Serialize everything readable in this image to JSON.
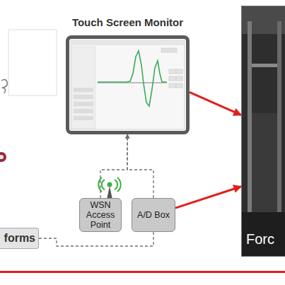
{
  "diagram": {
    "nodes": [
      {
        "text": [
          "Touch Screen Monitor"
        ]
      },
      {
        "text": [
          "WSN Access Point"
        ]
      },
      {
        "text": [
          "A/D Box"
        ]
      },
      {
        "text": [
          "forms"
        ]
      },
      {
        "text": [
          "Forc"
        ]
      }
    ],
    "edges": [
      {
        "from": 1,
        "to": 0,
        "arrow": "to"
      },
      {
        "from": 2,
        "to": 0,
        "arrow": "to"
      },
      {
        "from": 3,
        "to": 2,
        "arrow": "none"
      },
      {
        "from": 0,
        "to": 4,
        "arrow": "to"
      },
      {
        "from": 2,
        "to": 4,
        "arrow": "to"
      }
    ]
  }
}
